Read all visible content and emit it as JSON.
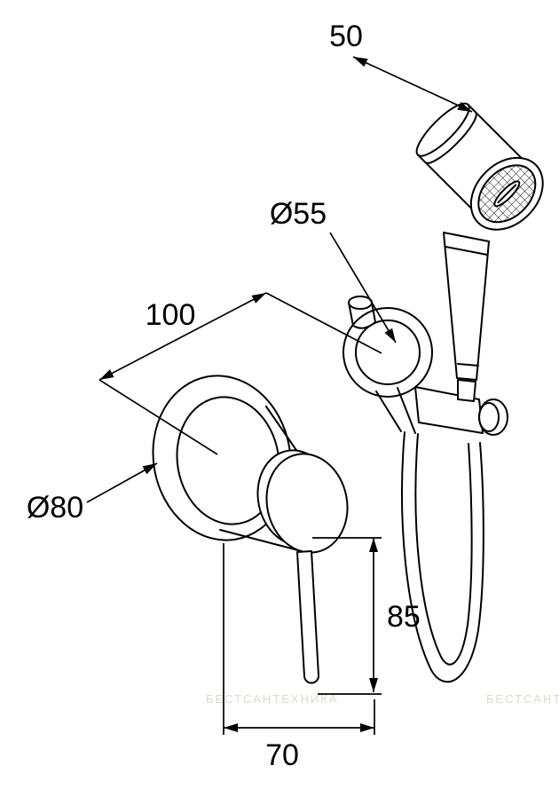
{
  "dimensions": {
    "head_width": "50",
    "outlet_flange_diameter": "Ø55",
    "horizontal_distance": "100",
    "escutcheon_diameter": "Ø80",
    "handle_length": "85",
    "handle_offset": "70"
  },
  "watermark": {
    "text": "БЕСТСАНТЕХНИКА"
  },
  "colors": {
    "line": "#000000",
    "background": "#ffffff",
    "watermark": "#c8c0b2"
  }
}
